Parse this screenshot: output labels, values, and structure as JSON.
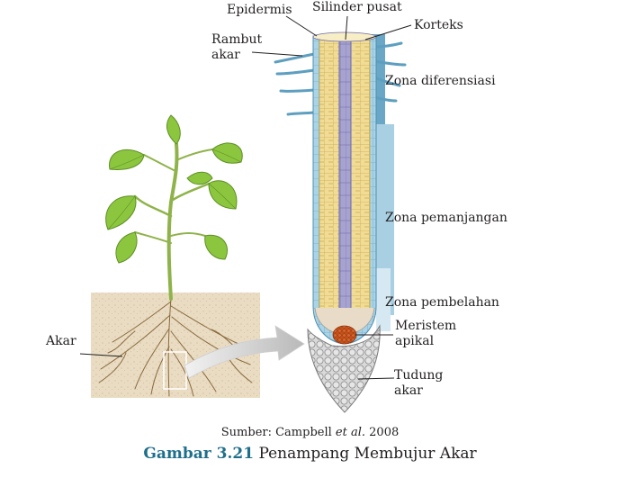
{
  "labels": {
    "epidermis": "Epidermis",
    "silinder_pusat": "Silinder pusat",
    "korteks": "Korteks",
    "rambut_akar": "Rambut\nakar",
    "zona_diferensiasi": "Zona diferensiasi",
    "zona_pemanjangan": "Zona pemanjangan",
    "zona_pembelahan": "Zona pembelahan",
    "meristem_apikal": "Meristem\napikal",
    "tudung_akar": "Tudung\nakar",
    "akar": "Akar"
  },
  "source": {
    "prefix": "Sumber: Campbell ",
    "italic": "et al.",
    "suffix": " 2008"
  },
  "caption": {
    "number": "Gambar 3.21",
    "title": " Penampang Membujur Akar"
  },
  "colors": {
    "epidermis": "#a9d3e6",
    "cortex": "#f1dc96",
    "stele": "#a7a3d1",
    "meristem": "#c4501b",
    "rootcap": "#c8c8c8",
    "zone_bar_dark": "#6aa7c6",
    "zone_bar_mid": "#a9cfe2",
    "zone_bar_light": "#d6e9f3",
    "leaf": "#8cc63f",
    "soil": "#e9dcc3",
    "caption_accent": "#1f6f8b"
  }
}
